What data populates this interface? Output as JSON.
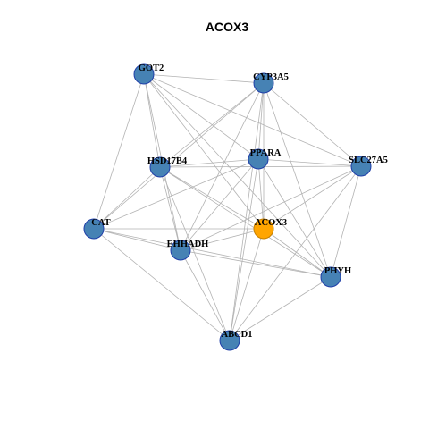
{
  "title": "ACOX3",
  "colors": {
    "node_fill": "#4682b4",
    "node_stroke": "#1f3ea8",
    "center_fill": "#ffa500",
    "center_stroke": "#c68000",
    "edge": "#b3b3b3"
  },
  "nodes": [
    {
      "id": "GOT2",
      "label": "GOT2",
      "center": false
    },
    {
      "id": "CYP3A5",
      "label": "CYP3A5",
      "center": false
    },
    {
      "id": "HSD17B4",
      "label": "HSD17B4",
      "center": false
    },
    {
      "id": "PPARA",
      "label": "PPARA",
      "center": false
    },
    {
      "id": "SLC27A5",
      "label": "SLC27A5",
      "center": false
    },
    {
      "id": "CAT",
      "label": "CAT",
      "center": false
    },
    {
      "id": "ACOX3",
      "label": "ACOX3",
      "center": true
    },
    {
      "id": "EHHADH",
      "label": "EHHADH",
      "center": false
    },
    {
      "id": "PHYH",
      "label": "PHYH",
      "center": false
    },
    {
      "id": "ABCD1",
      "label": "ABCD1",
      "center": false
    }
  ],
  "edges": [
    [
      "GOT2",
      "CYP3A5"
    ],
    [
      "GOT2",
      "SLC27A5"
    ],
    [
      "GOT2",
      "HSD17B4"
    ],
    [
      "GOT2",
      "PPARA"
    ],
    [
      "GOT2",
      "CAT"
    ],
    [
      "GOT2",
      "EHHADH"
    ],
    [
      "GOT2",
      "ACOX3"
    ],
    [
      "GOT2",
      "PHYH"
    ],
    [
      "CYP3A5",
      "SLC27A5"
    ],
    [
      "CYP3A5",
      "HSD17B4"
    ],
    [
      "CYP3A5",
      "PPARA"
    ],
    [
      "CYP3A5",
      "CAT"
    ],
    [
      "CYP3A5",
      "EHHADH"
    ],
    [
      "CYP3A5",
      "ACOX3"
    ],
    [
      "CYP3A5",
      "PHYH"
    ],
    [
      "CYP3A5",
      "ABCD1"
    ],
    [
      "HSD17B4",
      "PPARA"
    ],
    [
      "HSD17B4",
      "SLC27A5"
    ],
    [
      "HSD17B4",
      "CAT"
    ],
    [
      "HSD17B4",
      "EHHADH"
    ],
    [
      "HSD17B4",
      "ACOX3"
    ],
    [
      "HSD17B4",
      "PHYH"
    ],
    [
      "HSD17B4",
      "ABCD1"
    ],
    [
      "PPARA",
      "SLC27A5"
    ],
    [
      "PPARA",
      "CAT"
    ],
    [
      "PPARA",
      "EHHADH"
    ],
    [
      "PPARA",
      "ACOX3"
    ],
    [
      "PPARA",
      "PHYH"
    ],
    [
      "PPARA",
      "ABCD1"
    ],
    [
      "SLC27A5",
      "EHHADH"
    ],
    [
      "SLC27A5",
      "ACOX3"
    ],
    [
      "SLC27A5",
      "PHYH"
    ],
    [
      "SLC27A5",
      "ABCD1"
    ],
    [
      "CAT",
      "EHHADH"
    ],
    [
      "CAT",
      "ACOX3"
    ],
    [
      "CAT",
      "PHYH"
    ],
    [
      "CAT",
      "ABCD1"
    ],
    [
      "EHHADH",
      "ACOX3"
    ],
    [
      "EHHADH",
      "PHYH"
    ],
    [
      "EHHADH",
      "ABCD1"
    ],
    [
      "ACOX3",
      "PHYH"
    ],
    [
      "ACOX3",
      "ABCD1"
    ],
    [
      "PHYH",
      "ABCD1"
    ]
  ]
}
